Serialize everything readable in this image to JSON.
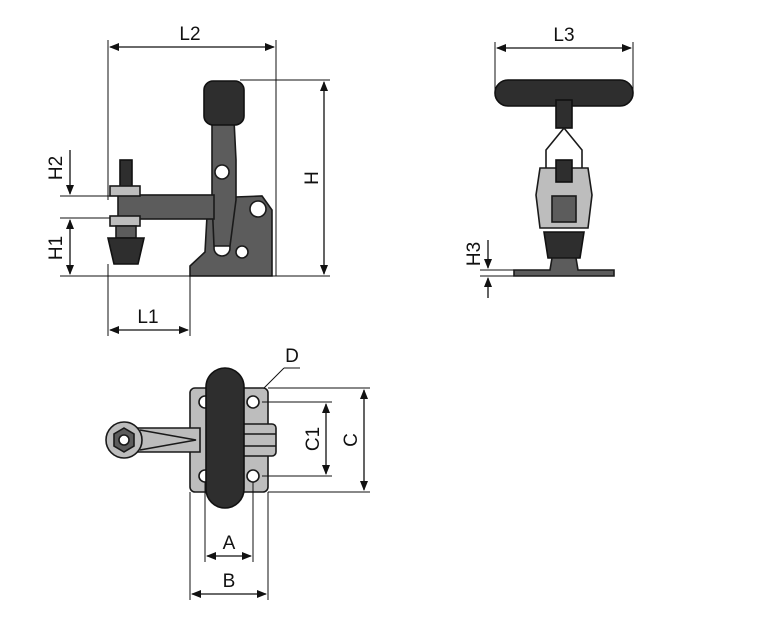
{
  "labels": {
    "L2": "L2",
    "L3": "L3",
    "H": "H",
    "H1": "H1",
    "H2": "H2",
    "H3": "H3",
    "L1": "L1",
    "D": "D",
    "C1": "C1",
    "C": "C",
    "A": "A",
    "B": "B"
  },
  "colors": {
    "metal": "#5c5c5c",
    "grip": "#2e2e2e",
    "line": "#111111"
  }
}
